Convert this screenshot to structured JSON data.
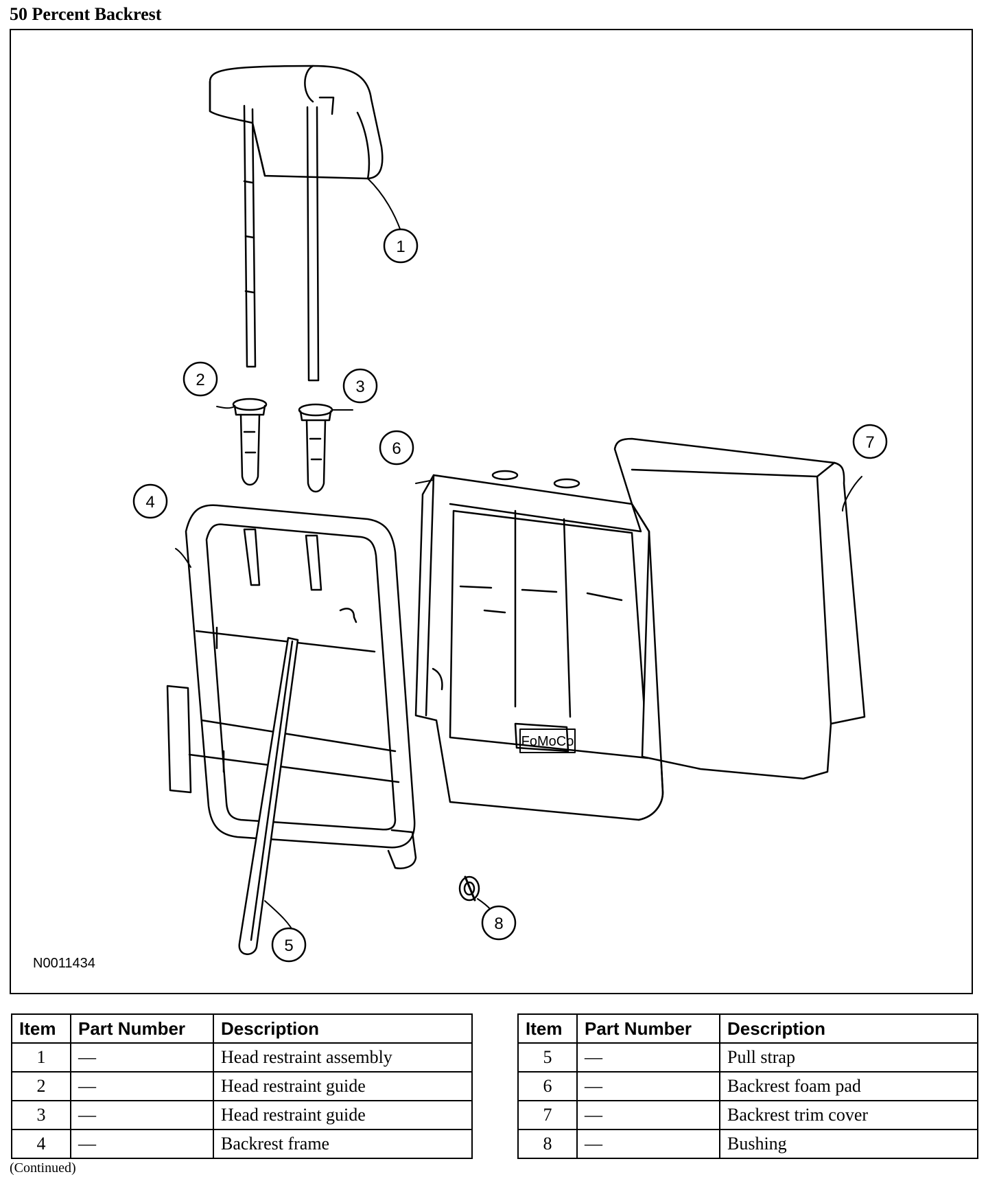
{
  "page": {
    "title": "50 Percent Backrest",
    "continued": "(Continued)"
  },
  "figure": {
    "id": "N0011434",
    "callouts": [
      "1",
      "2",
      "3",
      "4",
      "5",
      "6",
      "7",
      "8"
    ],
    "stamp_text": "FoMoCo"
  },
  "tables": {
    "headers": {
      "item": "Item",
      "part_number": "Part Number",
      "description": "Description"
    },
    "left": [
      {
        "item": "1",
        "part_number": "—",
        "description": "Head restraint assembly"
      },
      {
        "item": "2",
        "part_number": "—",
        "description": "Head restraint guide"
      },
      {
        "item": "3",
        "part_number": "—",
        "description": "Head restraint guide"
      },
      {
        "item": "4",
        "part_number": "—",
        "description": "Backrest frame"
      }
    ],
    "right": [
      {
        "item": "5",
        "part_number": "—",
        "description": "Pull strap"
      },
      {
        "item": "6",
        "part_number": "—",
        "description": "Backrest foam pad"
      },
      {
        "item": "7",
        "part_number": "—",
        "description": "Backrest trim cover"
      },
      {
        "item": "8",
        "part_number": "—",
        "description": "Bushing"
      }
    ]
  }
}
